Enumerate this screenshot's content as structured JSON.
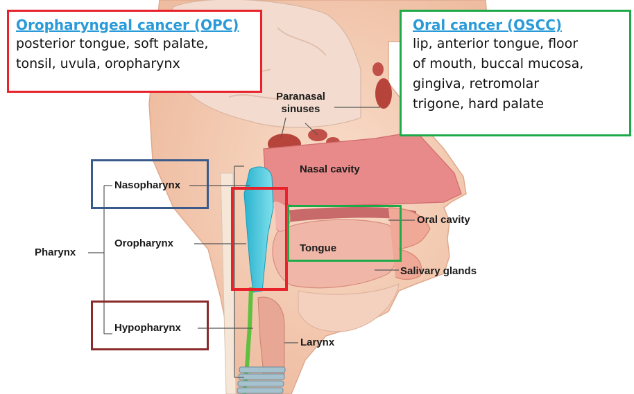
{
  "callouts": {
    "opc": {
      "title": "Oropharyngeal cancer (OPC)",
      "desc_lines": [
        "posterior tongue, soft palate,",
        "tonsil, uvula, oropharynx"
      ],
      "border_color": "#e8222a"
    },
    "oscc": {
      "title": "Oral cancer (OSCC)",
      "desc_lines": [
        "lip, anterior tongue, floor",
        "of mouth, buccal mucosa,",
        "gingiva, retromolar",
        "trigone, hard palate"
      ],
      "border_color": "#1faa4a"
    }
  },
  "labels": {
    "paranasal": [
      "Paranasal",
      "sinuses"
    ],
    "nasal_cavity": "Nasal cavity",
    "nasopharynx": "Nasopharynx",
    "oropharynx": "Oropharynx",
    "pharynx": "Pharynx",
    "hypopharynx": "Hypopharynx",
    "oral_cavity": "Oral cavity",
    "tongue": "Tongue",
    "salivary_glands": "Salivary glands",
    "larynx": "Larynx"
  },
  "colors": {
    "title_blue": "#2a9bd8",
    "box_red": "#e8222a",
    "box_green": "#1faa4a",
    "box_blue": "#3a5a8c",
    "box_maroon": "#8b2a2a",
    "pharynx_cyan": "#3cc4d8",
    "skin": "#f6d2bc",
    "nasal_pink": "#e88a8a"
  }
}
